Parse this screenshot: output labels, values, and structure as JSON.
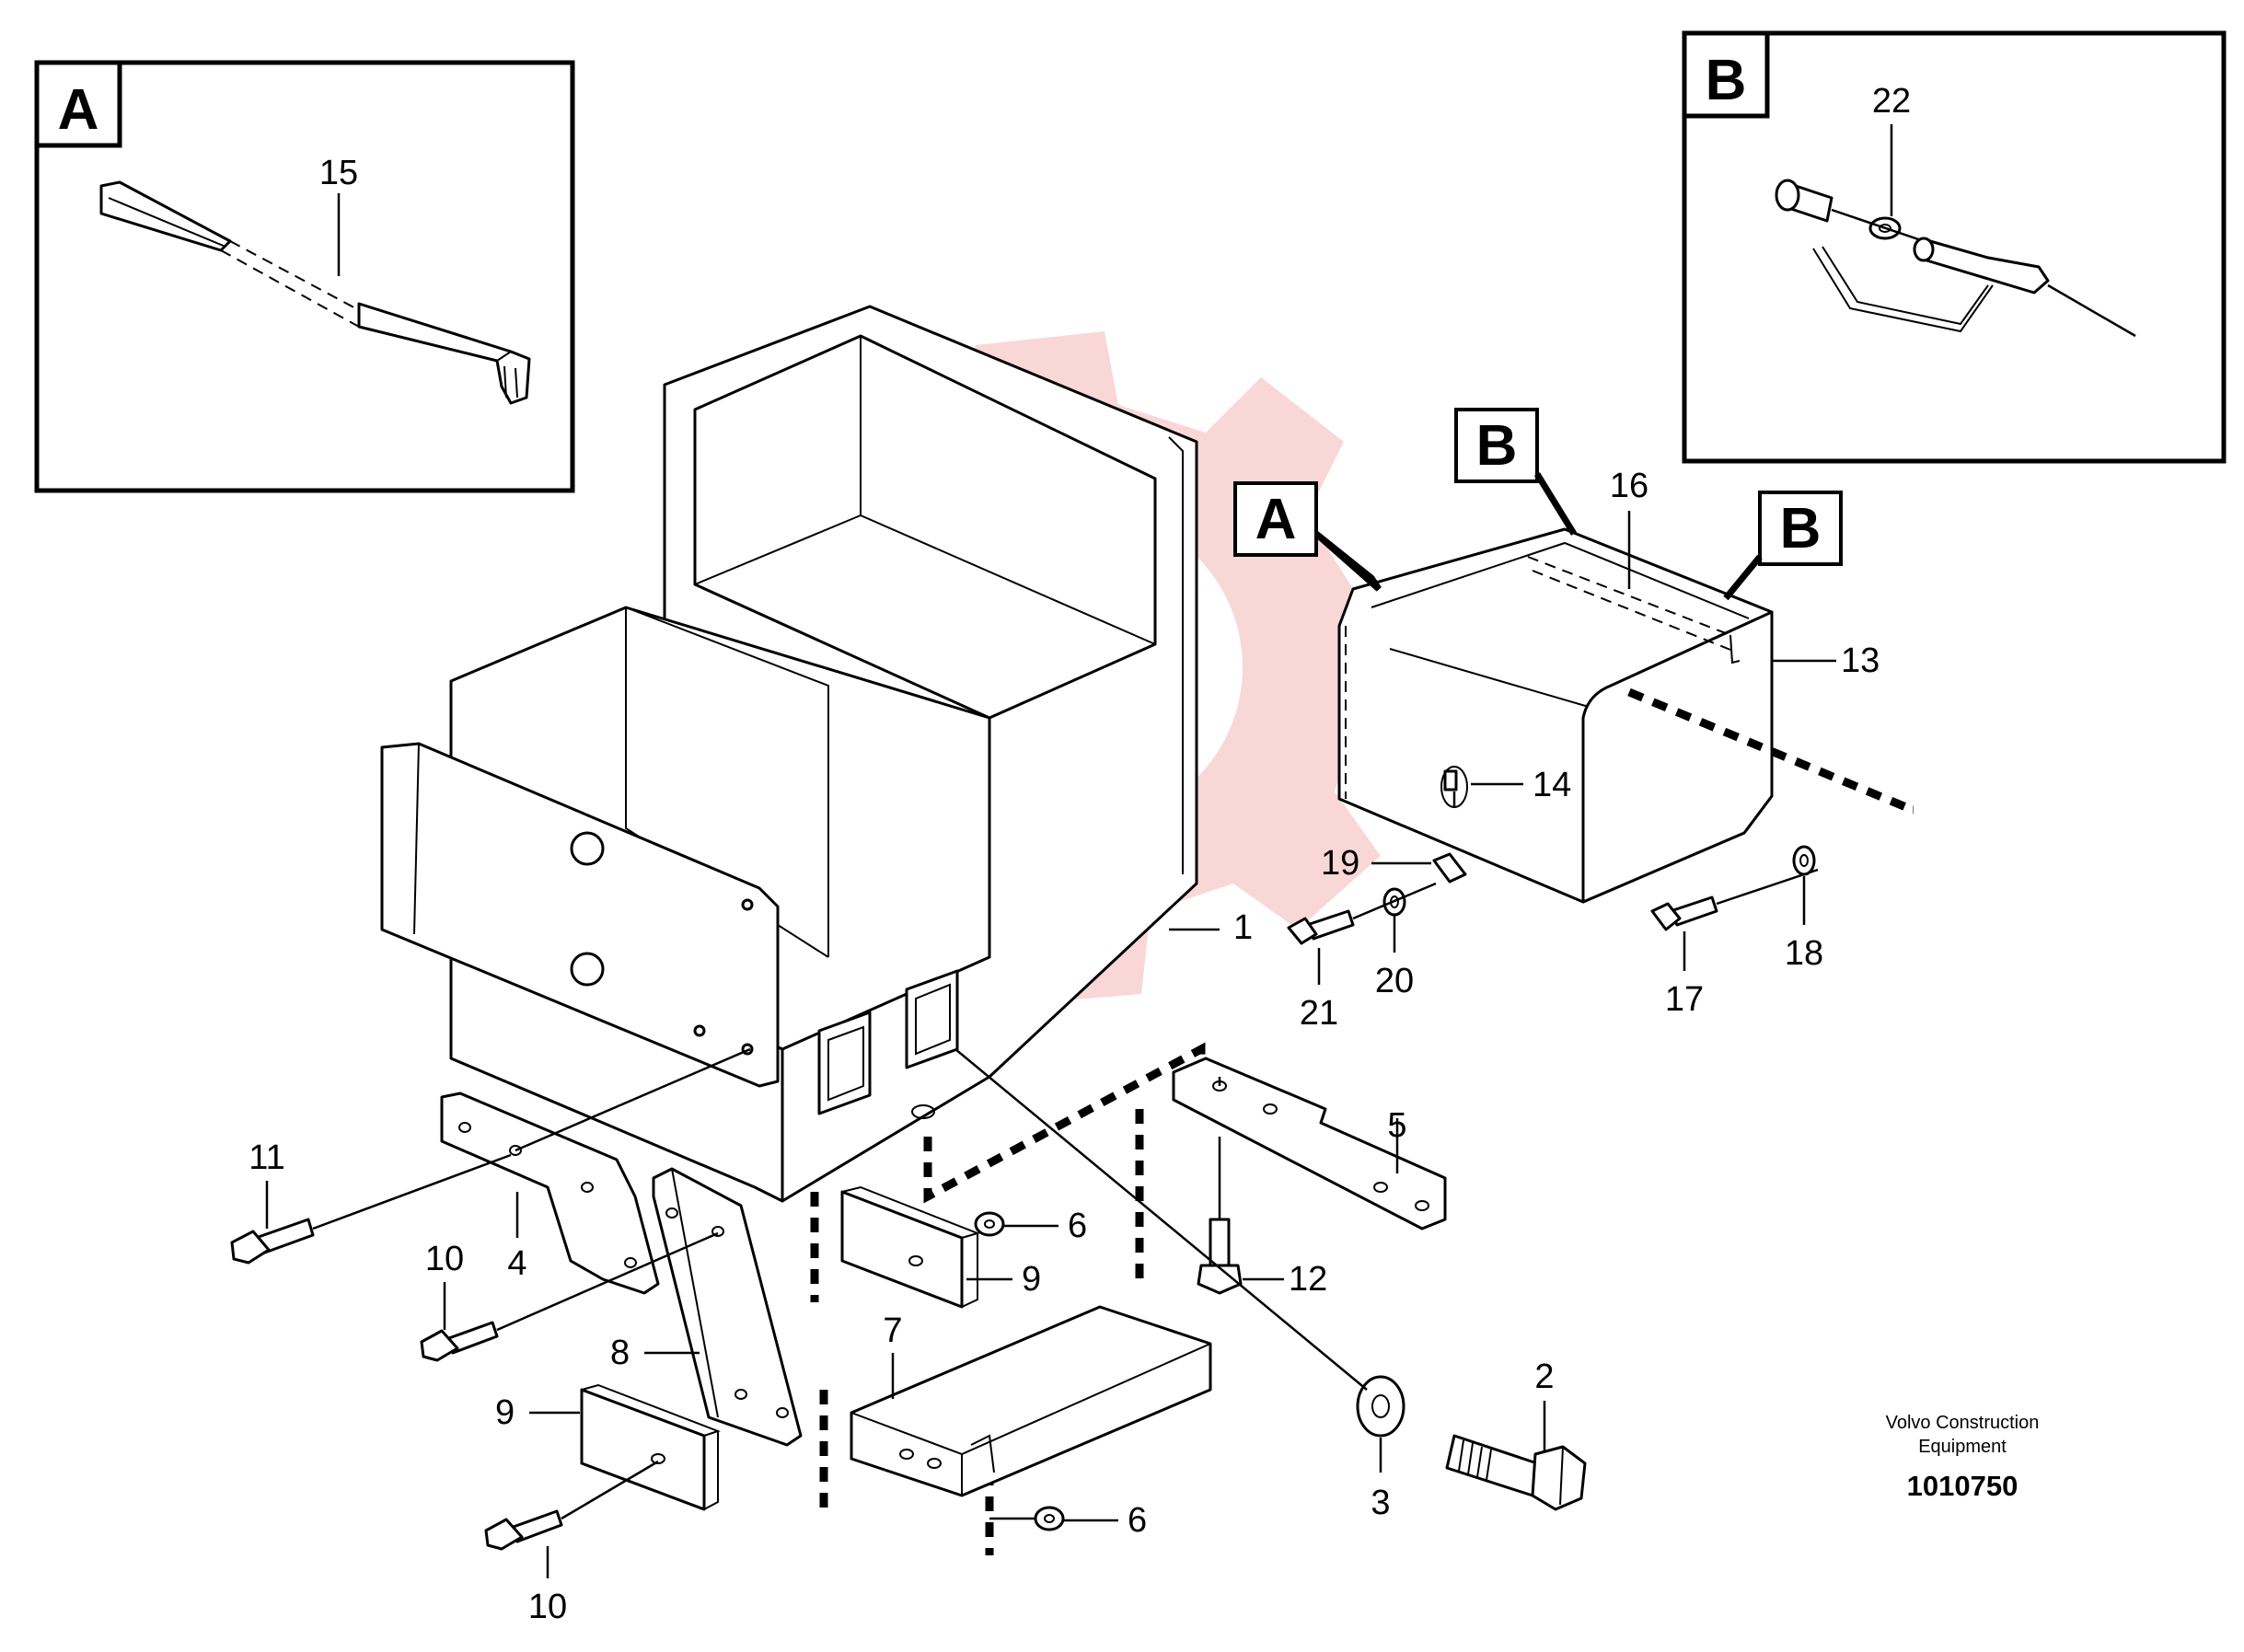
{
  "detail_views": {
    "a": {
      "letter": "A",
      "item": "15"
    },
    "b": {
      "letter": "B",
      "item": "22"
    }
  },
  "tags": {
    "a": "A",
    "b1": "B",
    "b2": "B"
  },
  "callouts": {
    "c1": "1",
    "c2": "2",
    "c3": "3",
    "c4": "4",
    "c5": "5",
    "c6a": "6",
    "c6b": "6",
    "c7": "7",
    "c8": "8",
    "c9a": "9",
    "c9b": "9",
    "c10a": "10",
    "c10b": "10",
    "c11": "11",
    "c12": "12",
    "c13": "13",
    "c14": "14",
    "c16": "16",
    "c17": "17",
    "c18": "18",
    "c19": "19",
    "c20": "20",
    "c21": "21"
  },
  "credit": {
    "line1": "Volvo Construction",
    "line2": "Equipment"
  },
  "document_number": "1010750",
  "colors": {
    "ink": "#000000",
    "paper": "#ffffff",
    "watermark": "#f4b7b7"
  }
}
